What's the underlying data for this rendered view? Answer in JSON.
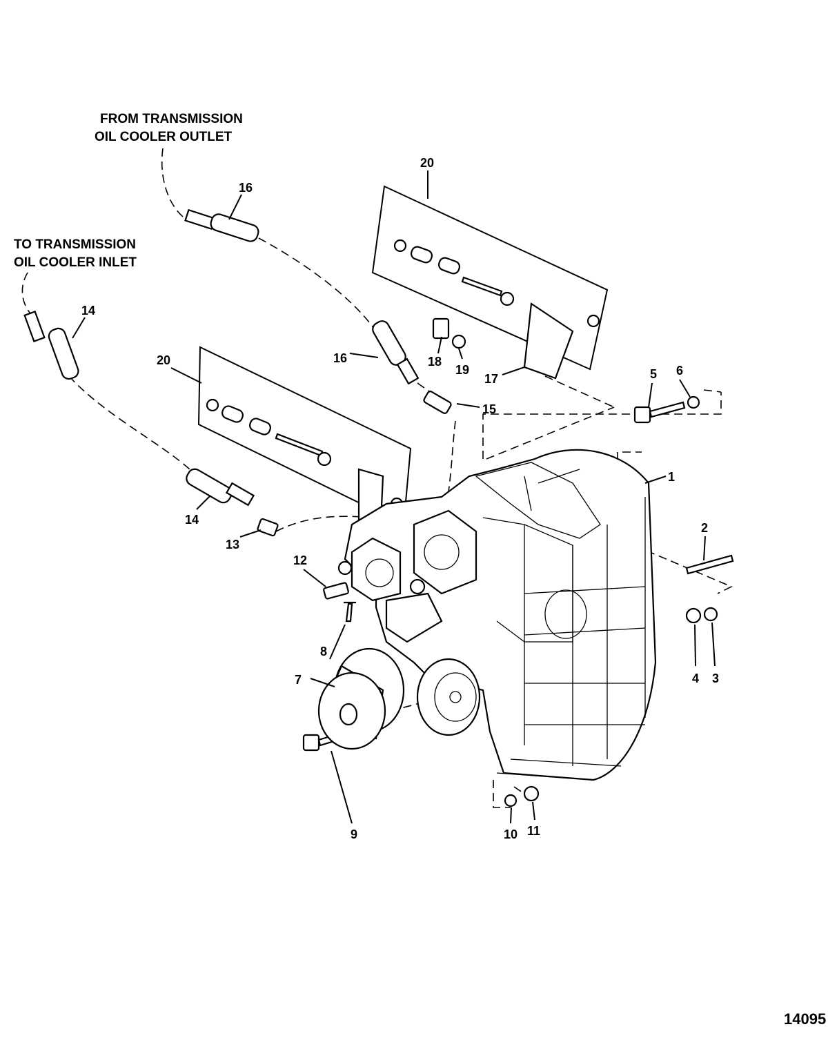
{
  "notes": {
    "outlet": [
      "FROM TRANSMISSION",
      "OIL COOLER OUTLET"
    ],
    "inlet": [
      "TO TRANSMISSION",
      "OIL COOLER INLET"
    ]
  },
  "callouts": {
    "c1": "1",
    "c2": "2",
    "c3": "3",
    "c4": "4",
    "c5": "5",
    "c6": "6",
    "c7": "7",
    "c8": "8",
    "c9": "9",
    "c10": "10",
    "c11": "11",
    "c12": "12",
    "c13": "13",
    "c14a": "14",
    "c14b": "14",
    "c15": "15",
    "c16a": "16",
    "c16b": "16",
    "c17": "17",
    "c18": "18",
    "c19": "19",
    "c20a": "20",
    "c20b": "20"
  },
  "figure_number": "14095"
}
